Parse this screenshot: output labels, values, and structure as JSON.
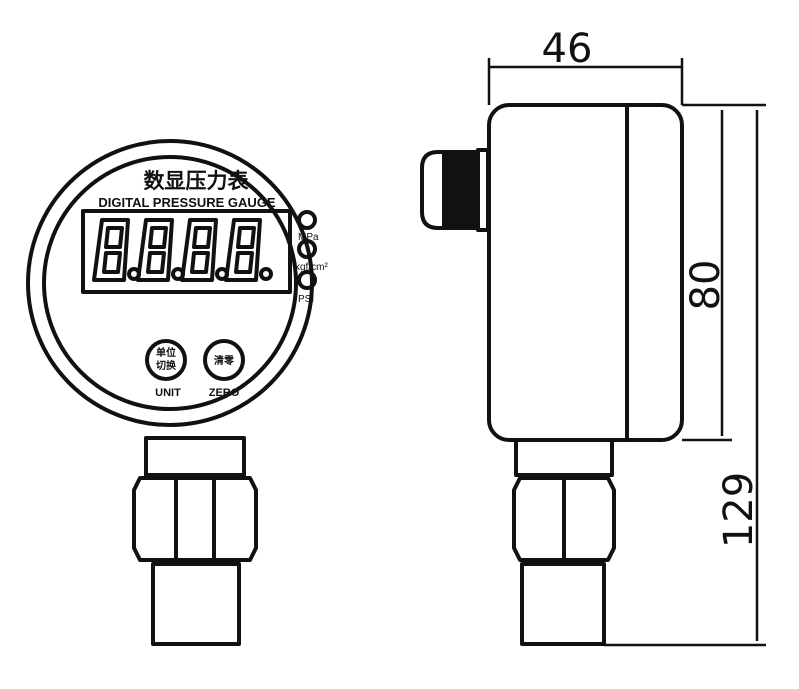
{
  "front_view": {
    "title_cn": "数显压力表",
    "title_en": "DIGITAL PRESSURE GAUGE",
    "display_digits": [
      "8.",
      "8.",
      "8.",
      "8."
    ],
    "units": [
      "MPa",
      "kgf/cm²",
      "PSI"
    ],
    "buttons": [
      {
        "glyph": "单位\n切换",
        "glyph_line1": "单位",
        "glyph_line2": "切换",
        "label": "UNIT"
      },
      {
        "glyph_line1": "清零",
        "label": "ZERO"
      }
    ]
  },
  "side_view": {
    "dimensions": {
      "depth": "46",
      "diameter": "80",
      "total_height": "129"
    }
  }
}
